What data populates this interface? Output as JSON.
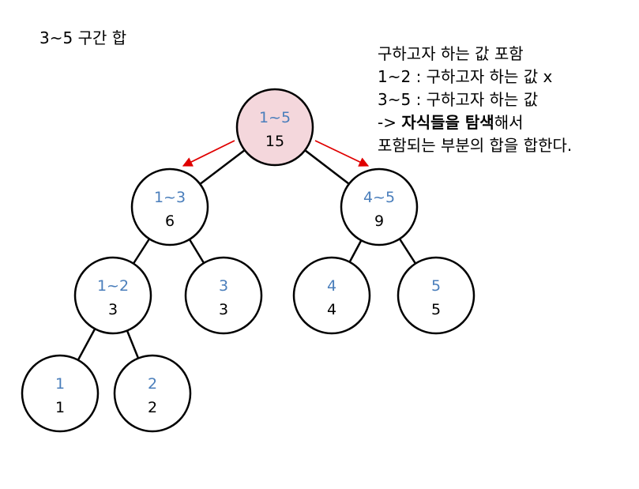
{
  "title": "3~5 구간 합",
  "note": {
    "line1": "구하고자 하는 값 포함",
    "line2": "1~2 : 구하고자 하는 값 x",
    "line3": "3~5 : 구하고자 하는 값",
    "line4_prefix": "-> ",
    "line4_bold": "자식들을 탐색",
    "line4_suffix": "해서",
    "line5": "포함되는 부분의 합을 합한다."
  },
  "tree": {
    "nodes": [
      {
        "id": "n1_5",
        "range": "1~5",
        "sum": "15",
        "highlighted": true
      },
      {
        "id": "n1_3",
        "range": "1~3",
        "sum": "6",
        "highlighted": false
      },
      {
        "id": "n4_5",
        "range": "4~5",
        "sum": "9",
        "highlighted": false
      },
      {
        "id": "n1_2",
        "range": "1~2",
        "sum": "3",
        "highlighted": false
      },
      {
        "id": "n3",
        "range": "3",
        "sum": "3",
        "highlighted": false
      },
      {
        "id": "n4",
        "range": "4",
        "sum": "4",
        "highlighted": false
      },
      {
        "id": "n5",
        "range": "5",
        "sum": "5",
        "highlighted": false
      },
      {
        "id": "n1",
        "range": "1",
        "sum": "1",
        "highlighted": false
      },
      {
        "id": "n2",
        "range": "2",
        "sum": "2",
        "highlighted": false
      }
    ],
    "edges": [
      [
        "n1_5",
        "n1_3"
      ],
      [
        "n1_5",
        "n4_5"
      ],
      [
        "n1_3",
        "n1_2"
      ],
      [
        "n1_3",
        "n3"
      ],
      [
        "n4_5",
        "n4"
      ],
      [
        "n4_5",
        "n5"
      ],
      [
        "n1_2",
        "n1"
      ],
      [
        "n1_2",
        "n2"
      ]
    ],
    "arrows": [
      [
        "n1_5",
        "n1_3"
      ],
      [
        "n1_5",
        "n4_5"
      ]
    ]
  },
  "colors": {
    "range_text": "#4a7ebb",
    "sum_text": "#000000",
    "highlight_fill": "#f4d7dc",
    "node_fill": "#ffffff",
    "stroke": "#000000",
    "arrow": "#e00000"
  }
}
